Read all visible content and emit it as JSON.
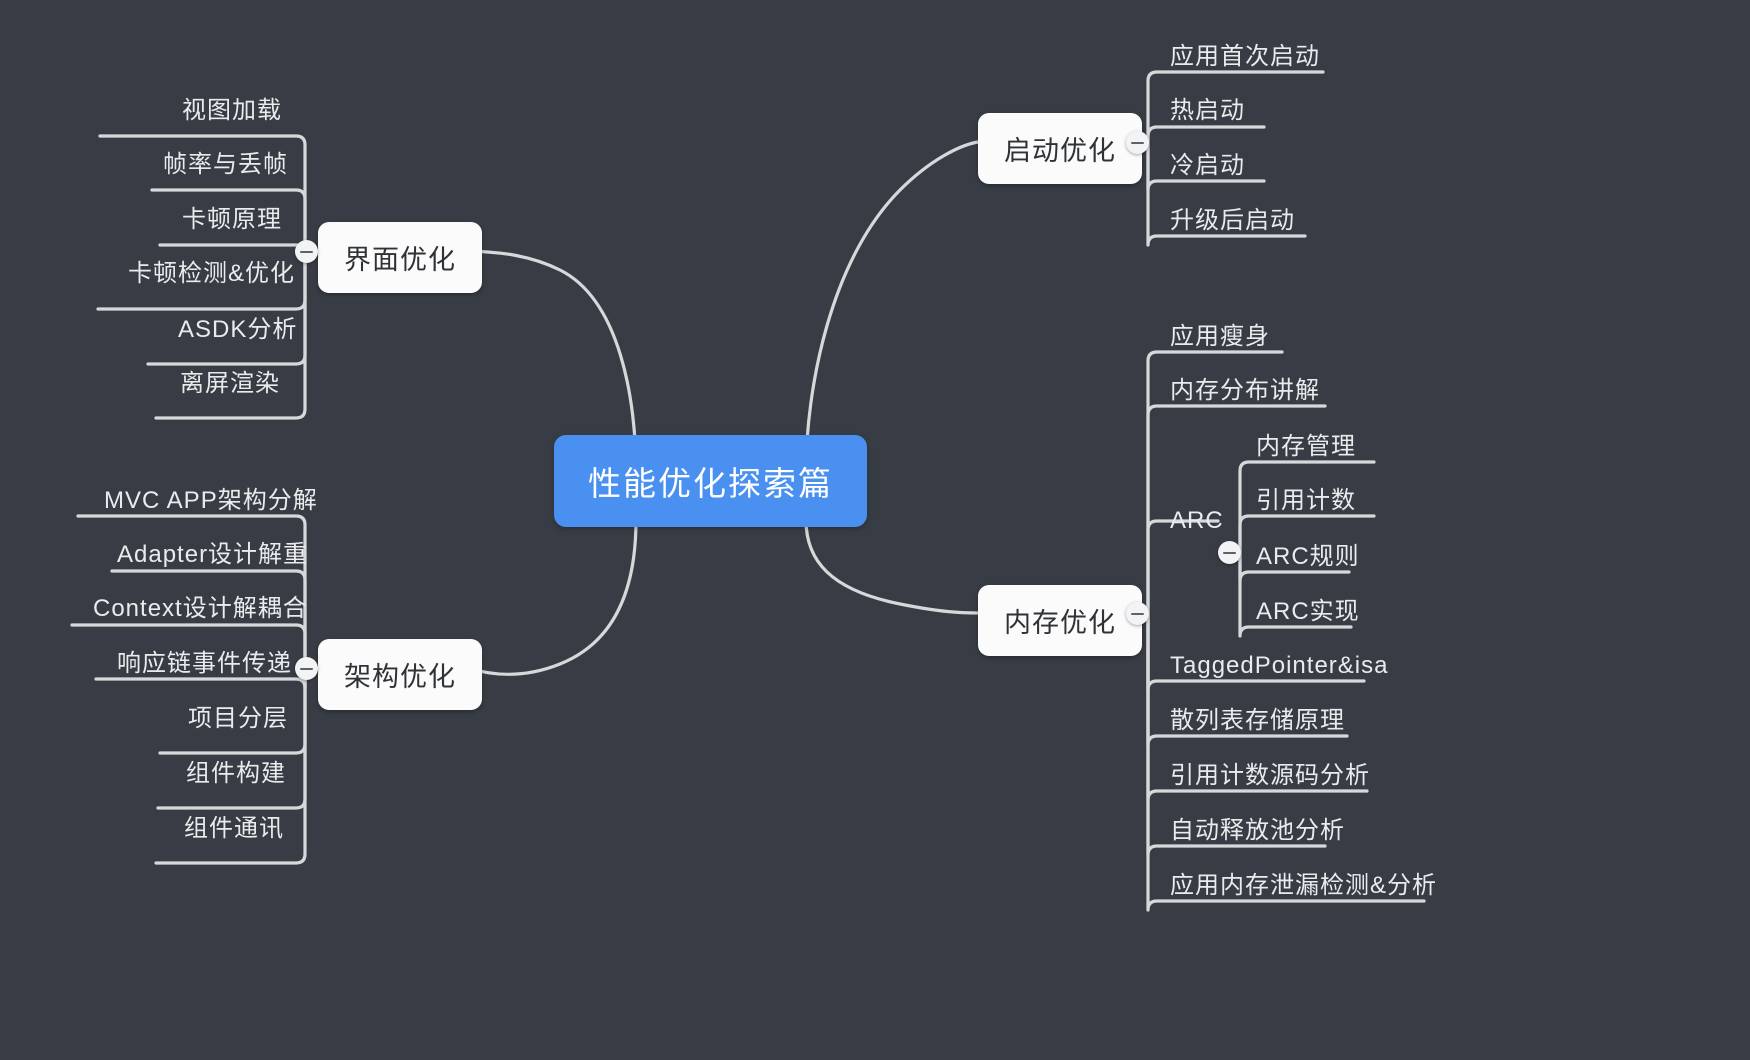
{
  "canvas": {
    "background": "#383d45",
    "line_color": "#d6d8da",
    "leaf_text_color": "#e9ebec",
    "node_bg": "#fbfbfb",
    "node_text_color": "#2f3237",
    "accent": "#4a90f0"
  },
  "root": {
    "label": "性能优化探索篇"
  },
  "branches": [
    {
      "id": "ui",
      "label": "界面优化",
      "side": "left",
      "toggle": "collapse-toggle",
      "children": [
        {
          "label": "视图加载"
        },
        {
          "label": "帧率与丢帧"
        },
        {
          "label": "卡顿原理"
        },
        {
          "label": "卡顿检测&优化"
        },
        {
          "label": "ASDK分析"
        },
        {
          "label": "离屏渲染"
        }
      ]
    },
    {
      "id": "arch",
      "label": "架构优化",
      "side": "left",
      "toggle": "collapse-toggle",
      "children": [
        {
          "label": "MVC APP架构分解"
        },
        {
          "label": "Adapter设计解重"
        },
        {
          "label": "Context设计解耦合"
        },
        {
          "label": "响应链事件传递"
        },
        {
          "label": "项目分层"
        },
        {
          "label": "组件构建"
        },
        {
          "label": "组件通讯"
        }
      ]
    },
    {
      "id": "launch",
      "label": "启动优化",
      "side": "right",
      "toggle": "collapse-toggle",
      "children": [
        {
          "label": "应用首次启动"
        },
        {
          "label": "热启动"
        },
        {
          "label": "冷启动"
        },
        {
          "label": "升级后启动"
        }
      ]
    },
    {
      "id": "memory",
      "label": "内存优化",
      "side": "right",
      "toggle": "collapse-toggle",
      "children": [
        {
          "label": "应用瘦身"
        },
        {
          "label": "内存分布讲解"
        },
        {
          "label": "ARC",
          "toggle": "collapse-toggle",
          "children": [
            {
              "label": "内存管理"
            },
            {
              "label": "引用计数"
            },
            {
              "label": "ARC规则"
            },
            {
              "label": "ARC实现"
            }
          ]
        },
        {
          "label": "TaggedPointer&isa"
        },
        {
          "label": "散列表存储原理"
        },
        {
          "label": "引用计数源码分析"
        },
        {
          "label": "自动释放池分析"
        },
        {
          "label": "应用内存泄漏检测&分析"
        }
      ]
    }
  ]
}
